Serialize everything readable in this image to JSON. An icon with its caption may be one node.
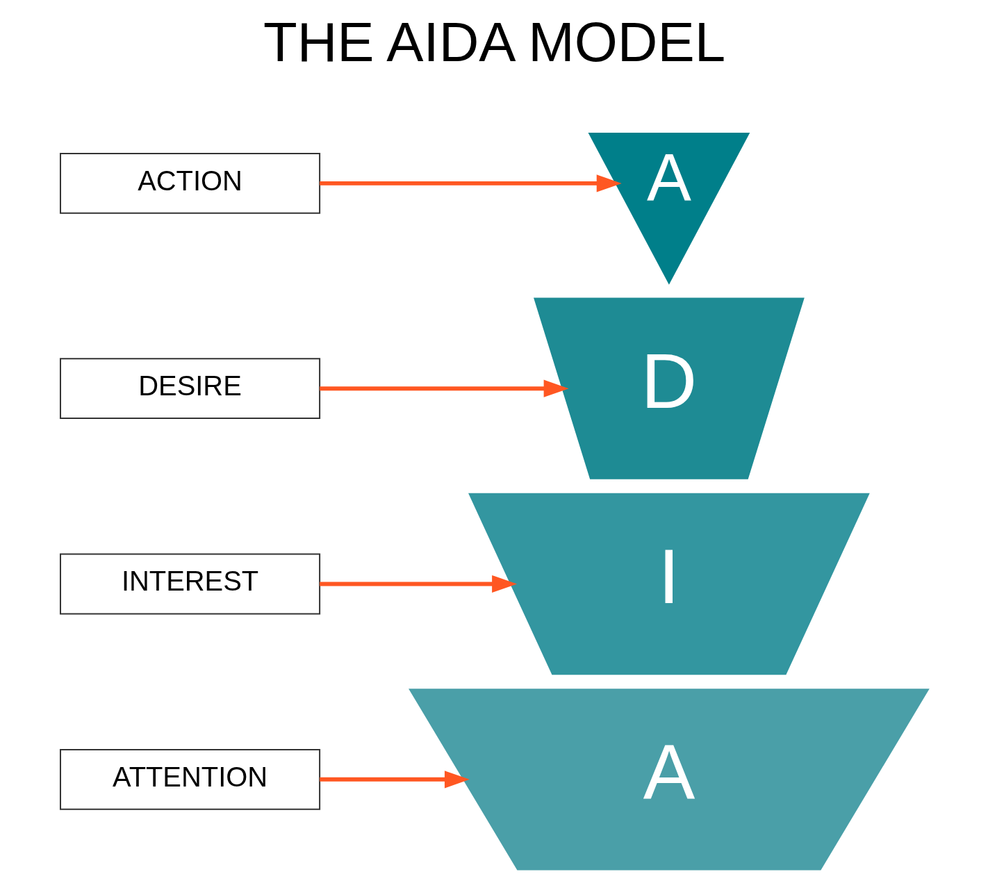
{
  "diagram": {
    "title": "THE AIDA MODEL",
    "nodes": [
      {
        "text": [
          "ATTENTION"
        ]
      },
      {
        "text": [
          "A"
        ]
      },
      {
        "text": [
          "INTEREST"
        ]
      },
      {
        "text": [
          "I"
        ]
      },
      {
        "text": [
          "DESIRE"
        ]
      },
      {
        "text": [
          "D"
        ]
      },
      {
        "text": [
          "ACTION"
        ]
      },
      {
        "text": [
          "A"
        ]
      }
    ],
    "edges": [
      {
        "from": 0,
        "to": 1,
        "arrow": "to"
      },
      {
        "from": 2,
        "to": 3,
        "arrow": "to"
      },
      {
        "from": 4,
        "to": 5,
        "arrow": "to"
      },
      {
        "from": 6,
        "to": 7,
        "arrow": "to"
      }
    ]
  }
}
